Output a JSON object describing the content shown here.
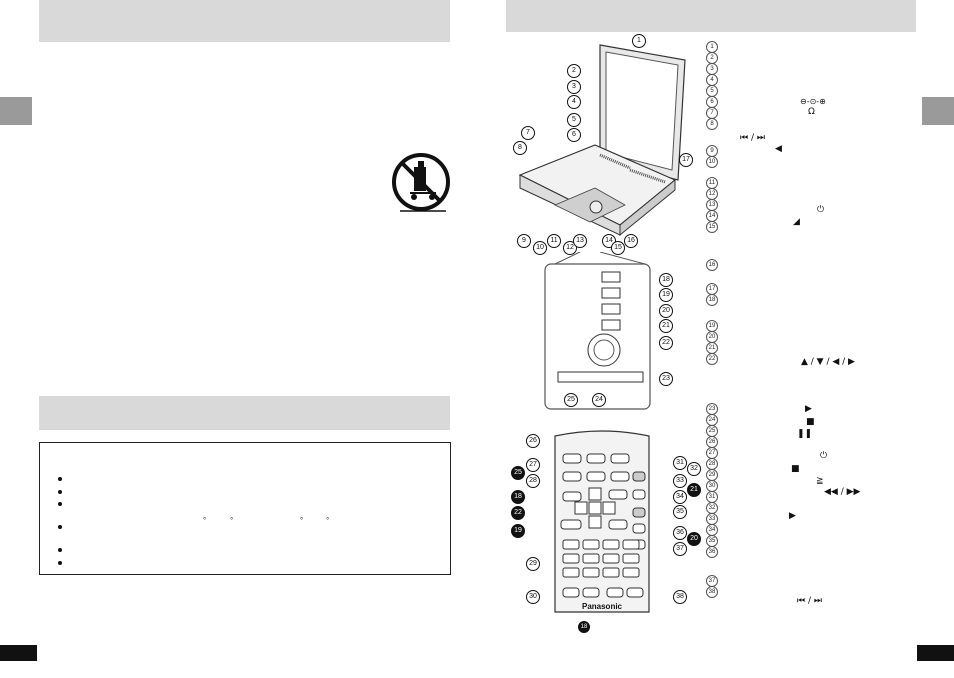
{
  "callout_numbers": [
    "1",
    "2",
    "3",
    "4",
    "5",
    "6",
    "7",
    "8",
    "9",
    "10",
    "11",
    "12",
    "13",
    "14",
    "15",
    "16",
    "17",
    "18",
    "19",
    "20",
    "21",
    "22",
    "23",
    "24",
    "25",
    "26",
    "27",
    "28",
    "29",
    "30",
    "31",
    "32",
    "33",
    "34",
    "35",
    "36",
    "37",
    "38"
  ],
  "panel_callouts": [
    "18",
    "19",
    "20",
    "21",
    "22",
    "23",
    "24",
    "25"
  ],
  "remote_left_callouts": [
    "26",
    "27",
    "25",
    "28",
    "18",
    "22",
    "19",
    "29",
    "30"
  ],
  "remote_right_callouts": [
    "31",
    "32",
    "33",
    "21",
    "34",
    "35",
    "36",
    "20",
    "37",
    "38"
  ],
  "remote_brand": "Panasonic",
  "footnote_ref": "18",
  "legend_symbols": {
    "s6": "⊖-⊙-⊕",
    "s7": "Ω",
    "s8": "⏮ / ⏭",
    "s9": "◀",
    "s13": "⏻",
    "s14": "◢",
    "s22": "▲ / ▼ / ◀ / ▶",
    "s23": "▶",
    "s24": "■",
    "s25": "❚❚",
    "s27": "⏻",
    "s28": "■",
    "s29": "≧",
    "s30": "◀◀ / ▶▶",
    "s32": "▶",
    "s38": "⏮ / ⏭"
  },
  "degree_marks": [
    "°",
    "°",
    "°",
    "°"
  ]
}
